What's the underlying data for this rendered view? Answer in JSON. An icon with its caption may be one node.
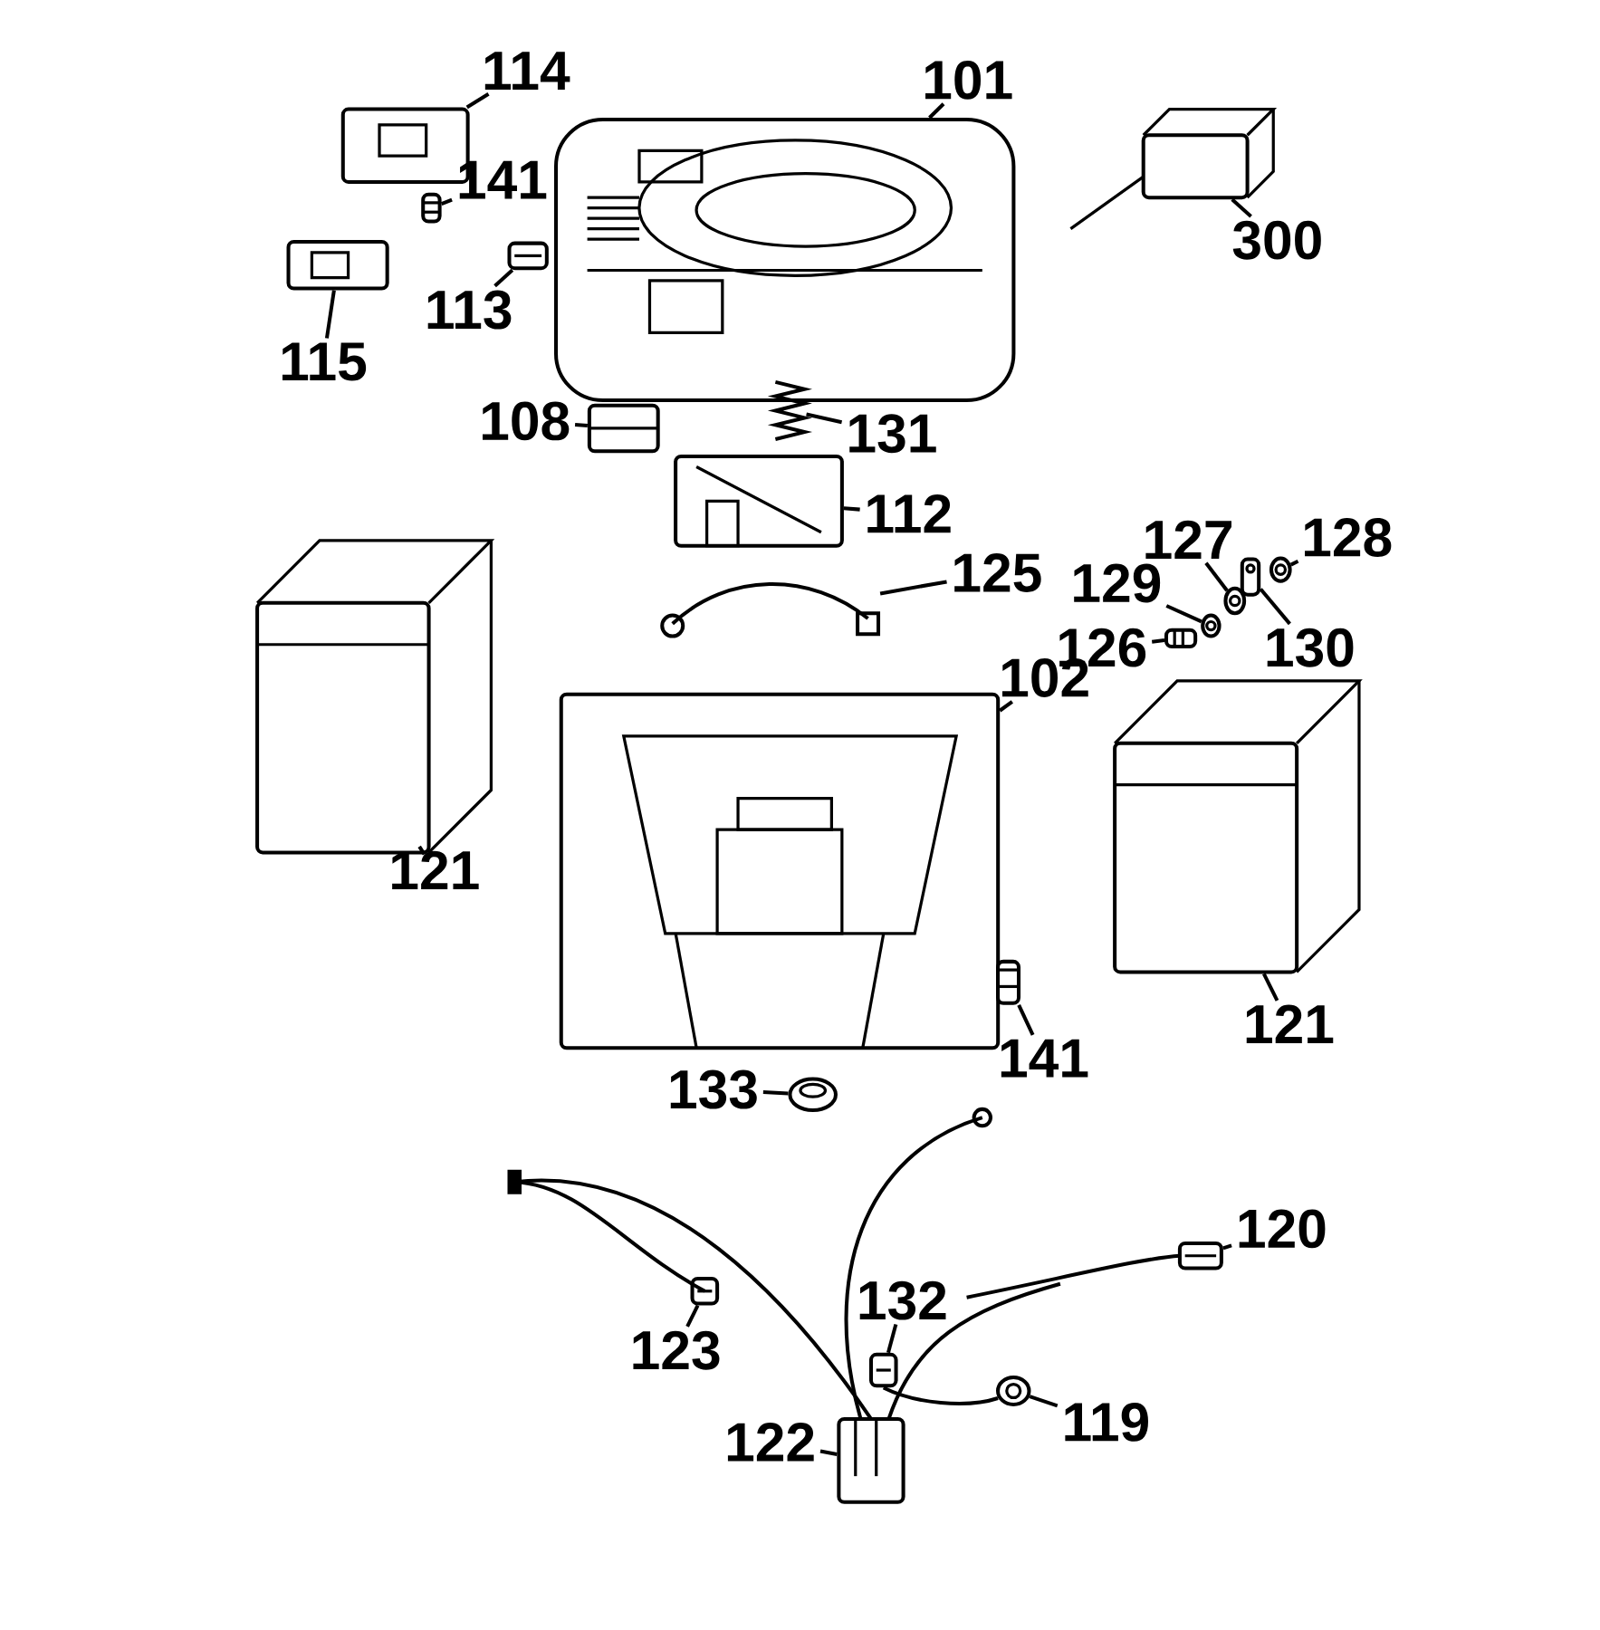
{
  "diagram": {
    "nodes": [
      {
        "text": [
          "114"
        ]
      },
      {
        "text": [],
        "shape": "picture"
      },
      {
        "text": [
          "101"
        ]
      },
      {
        "text": [],
        "shape": "picture"
      },
      {
        "text": [
          "141"
        ]
      },
      {
        "text": [],
        "shape": "picture"
      },
      {
        "text": [
          "300"
        ]
      },
      {
        "text": [],
        "shape": "picture"
      },
      {
        "text": [
          "113"
        ]
      },
      {
        "text": [],
        "shape": "picture"
      },
      {
        "text": [
          "115"
        ]
      },
      {
        "text": [],
        "shape": "picture"
      },
      {
        "text": [
          "108"
        ]
      },
      {
        "text": [],
        "shape": "picture"
      },
      {
        "text": [
          "131"
        ]
      },
      {
        "text": [],
        "shape": "picture"
      },
      {
        "text": [
          "112"
        ]
      },
      {
        "text": [],
        "shape": "picture"
      },
      {
        "text": [
          "127"
        ]
      },
      {
        "text": [],
        "shape": "picture"
      },
      {
        "text": [
          "128"
        ]
      },
      {
        "text": [],
        "shape": "picture"
      },
      {
        "text": [
          "125"
        ]
      },
      {
        "text": [],
        "shape": "picture"
      },
      {
        "text": [
          "129"
        ]
      },
      {
        "text": [],
        "shape": "picture"
      },
      {
        "text": [
          "126"
        ]
      },
      {
        "text": [],
        "shape": "picture"
      },
      {
        "text": [
          "130"
        ]
      },
      {
        "text": [],
        "shape": "picture"
      },
      {
        "text": [
          "102"
        ]
      },
      {
        "text": [],
        "shape": "picture"
      },
      {
        "text": [
          "121"
        ]
      },
      {
        "text": [],
        "shape": "picture"
      },
      {
        "text": [
          "121"
        ]
      },
      {
        "text": [],
        "shape": "picture"
      },
      {
        "text": [
          "141"
        ]
      },
      {
        "text": [],
        "shape": "picture"
      },
      {
        "text": [
          "133"
        ]
      },
      {
        "text": [],
        "shape": "picture"
      },
      {
        "text": [
          "120"
        ]
      },
      {
        "text": [],
        "shape": "picture"
      },
      {
        "text": [
          "132"
        ]
      },
      {
        "text": [],
        "shape": "picture"
      },
      {
        "text": [
          "123"
        ]
      },
      {
        "text": [],
        "shape": "picture"
      },
      {
        "text": [
          "119"
        ]
      },
      {
        "text": [],
        "shape": "picture"
      },
      {
        "text": [
          "122"
        ]
      },
      {
        "text": [],
        "shape": "picture"
      }
    ],
    "edges": [
      {
        "from": 0,
        "to": 1,
        "arrow": "none"
      },
      {
        "from": 2,
        "to": 3,
        "arrow": "none"
      },
      {
        "from": 4,
        "to": 5,
        "arrow": "none"
      },
      {
        "from": 6,
        "to": 7,
        "arrow": "none"
      },
      {
        "from": 8,
        "to": 9,
        "arrow": "none"
      },
      {
        "from": 10,
        "to": 11,
        "arrow": "none"
      },
      {
        "from": 12,
        "to": 13,
        "arrow": "none"
      },
      {
        "from": 14,
        "to": 15,
        "arrow": "none"
      },
      {
        "from": 16,
        "to": 17,
        "arrow": "none"
      },
      {
        "from": 18,
        "to": 19,
        "arrow": "none"
      },
      {
        "from": 20,
        "to": 21,
        "arrow": "none"
      },
      {
        "from": 22,
        "to": 23,
        "arrow": "none"
      },
      {
        "from": 24,
        "to": 25,
        "arrow": "none"
      },
      {
        "from": 26,
        "to": 27,
        "arrow": "none"
      },
      {
        "from": 28,
        "to": 29,
        "arrow": "none"
      },
      {
        "from": 30,
        "to": 31,
        "arrow": "none"
      },
      {
        "from": 32,
        "to": 33,
        "arrow": "none"
      },
      {
        "from": 34,
        "to": 35,
        "arrow": "none"
      },
      {
        "from": 36,
        "to": 37,
        "arrow": "none"
      },
      {
        "from": 38,
        "to": 39,
        "arrow": "none"
      },
      {
        "from": 40,
        "to": 41,
        "arrow": "none"
      },
      {
        "from": 42,
        "to": 43,
        "arrow": "none"
      },
      {
        "from": 44,
        "to": 45,
        "arrow": "none"
      },
      {
        "from": 46,
        "to": 47,
        "arrow": "none"
      },
      {
        "from": 48,
        "to": 49,
        "arrow": "none"
      }
    ]
  }
}
